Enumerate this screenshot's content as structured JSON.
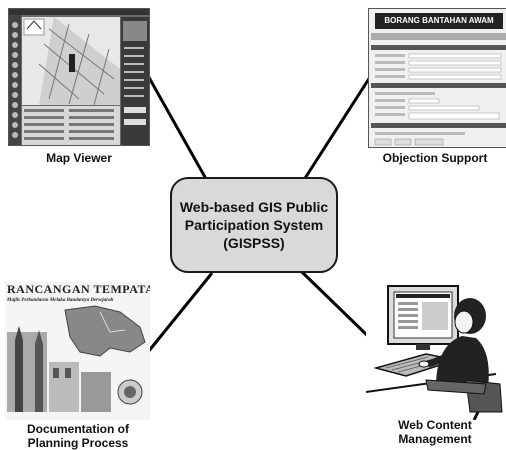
{
  "center": {
    "line1": "Web-based GIS Public",
    "line2": "Participation System",
    "line3": "(GISPSS)"
  },
  "nodes": {
    "map_viewer": {
      "label": "Map Viewer"
    },
    "objection_support": {
      "label": "Objection Support",
      "form_title": "BORANG BANTAHAN AWAM"
    },
    "documentation": {
      "label_line1": "Documentation of",
      "label_line2": "Planning Process",
      "brochure_title": "RANCANGAN TEMPATAN",
      "brochure_subtitle": "Majlis Perbandaran Melaka Bandaraya Bersejarah"
    },
    "web_content": {
      "label_line1": "Web Content",
      "label_line2": "Management"
    }
  }
}
